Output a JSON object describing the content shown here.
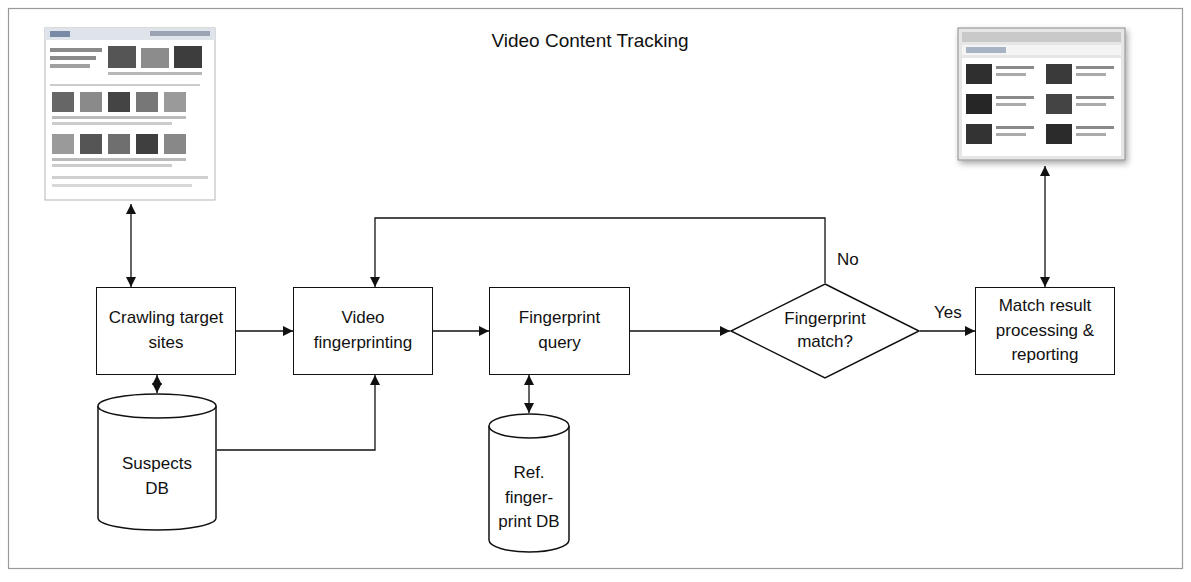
{
  "diagram": {
    "title": "Video Content Tracking",
    "nodes": [
      {
        "text": [
          "Crawling target sites"
        ]
      },
      {
        "text": [
          "Video fingerprinting"
        ]
      },
      {
        "text": [
          "Fingerprint query"
        ]
      },
      {
        "text": [
          "Fingerprint match?"
        ]
      },
      {
        "text": [
          "Match result processing & reporting"
        ]
      },
      {
        "text": [
          "Suspects DB"
        ]
      },
      {
        "text": [
          "Ref. finger- print DB"
        ]
      }
    ],
    "edges": [
      {
        "from": 0,
        "to": 5,
        "arrow": "both"
      },
      {
        "from": 0,
        "to": 1,
        "arrow": "to"
      },
      {
        "from": 5,
        "to": 1,
        "arrow": "to"
      },
      {
        "from": 1,
        "to": 2,
        "arrow": "to"
      },
      {
        "from": 2,
        "to": 6,
        "arrow": "both"
      },
      {
        "from": 2,
        "to": 3,
        "arrow": "to"
      },
      {
        "from": 3,
        "to": 1,
        "label": "No",
        "arrow": "to"
      },
      {
        "from": 3,
        "to": 4,
        "label": "Yes",
        "arrow": "to"
      }
    ]
  }
}
